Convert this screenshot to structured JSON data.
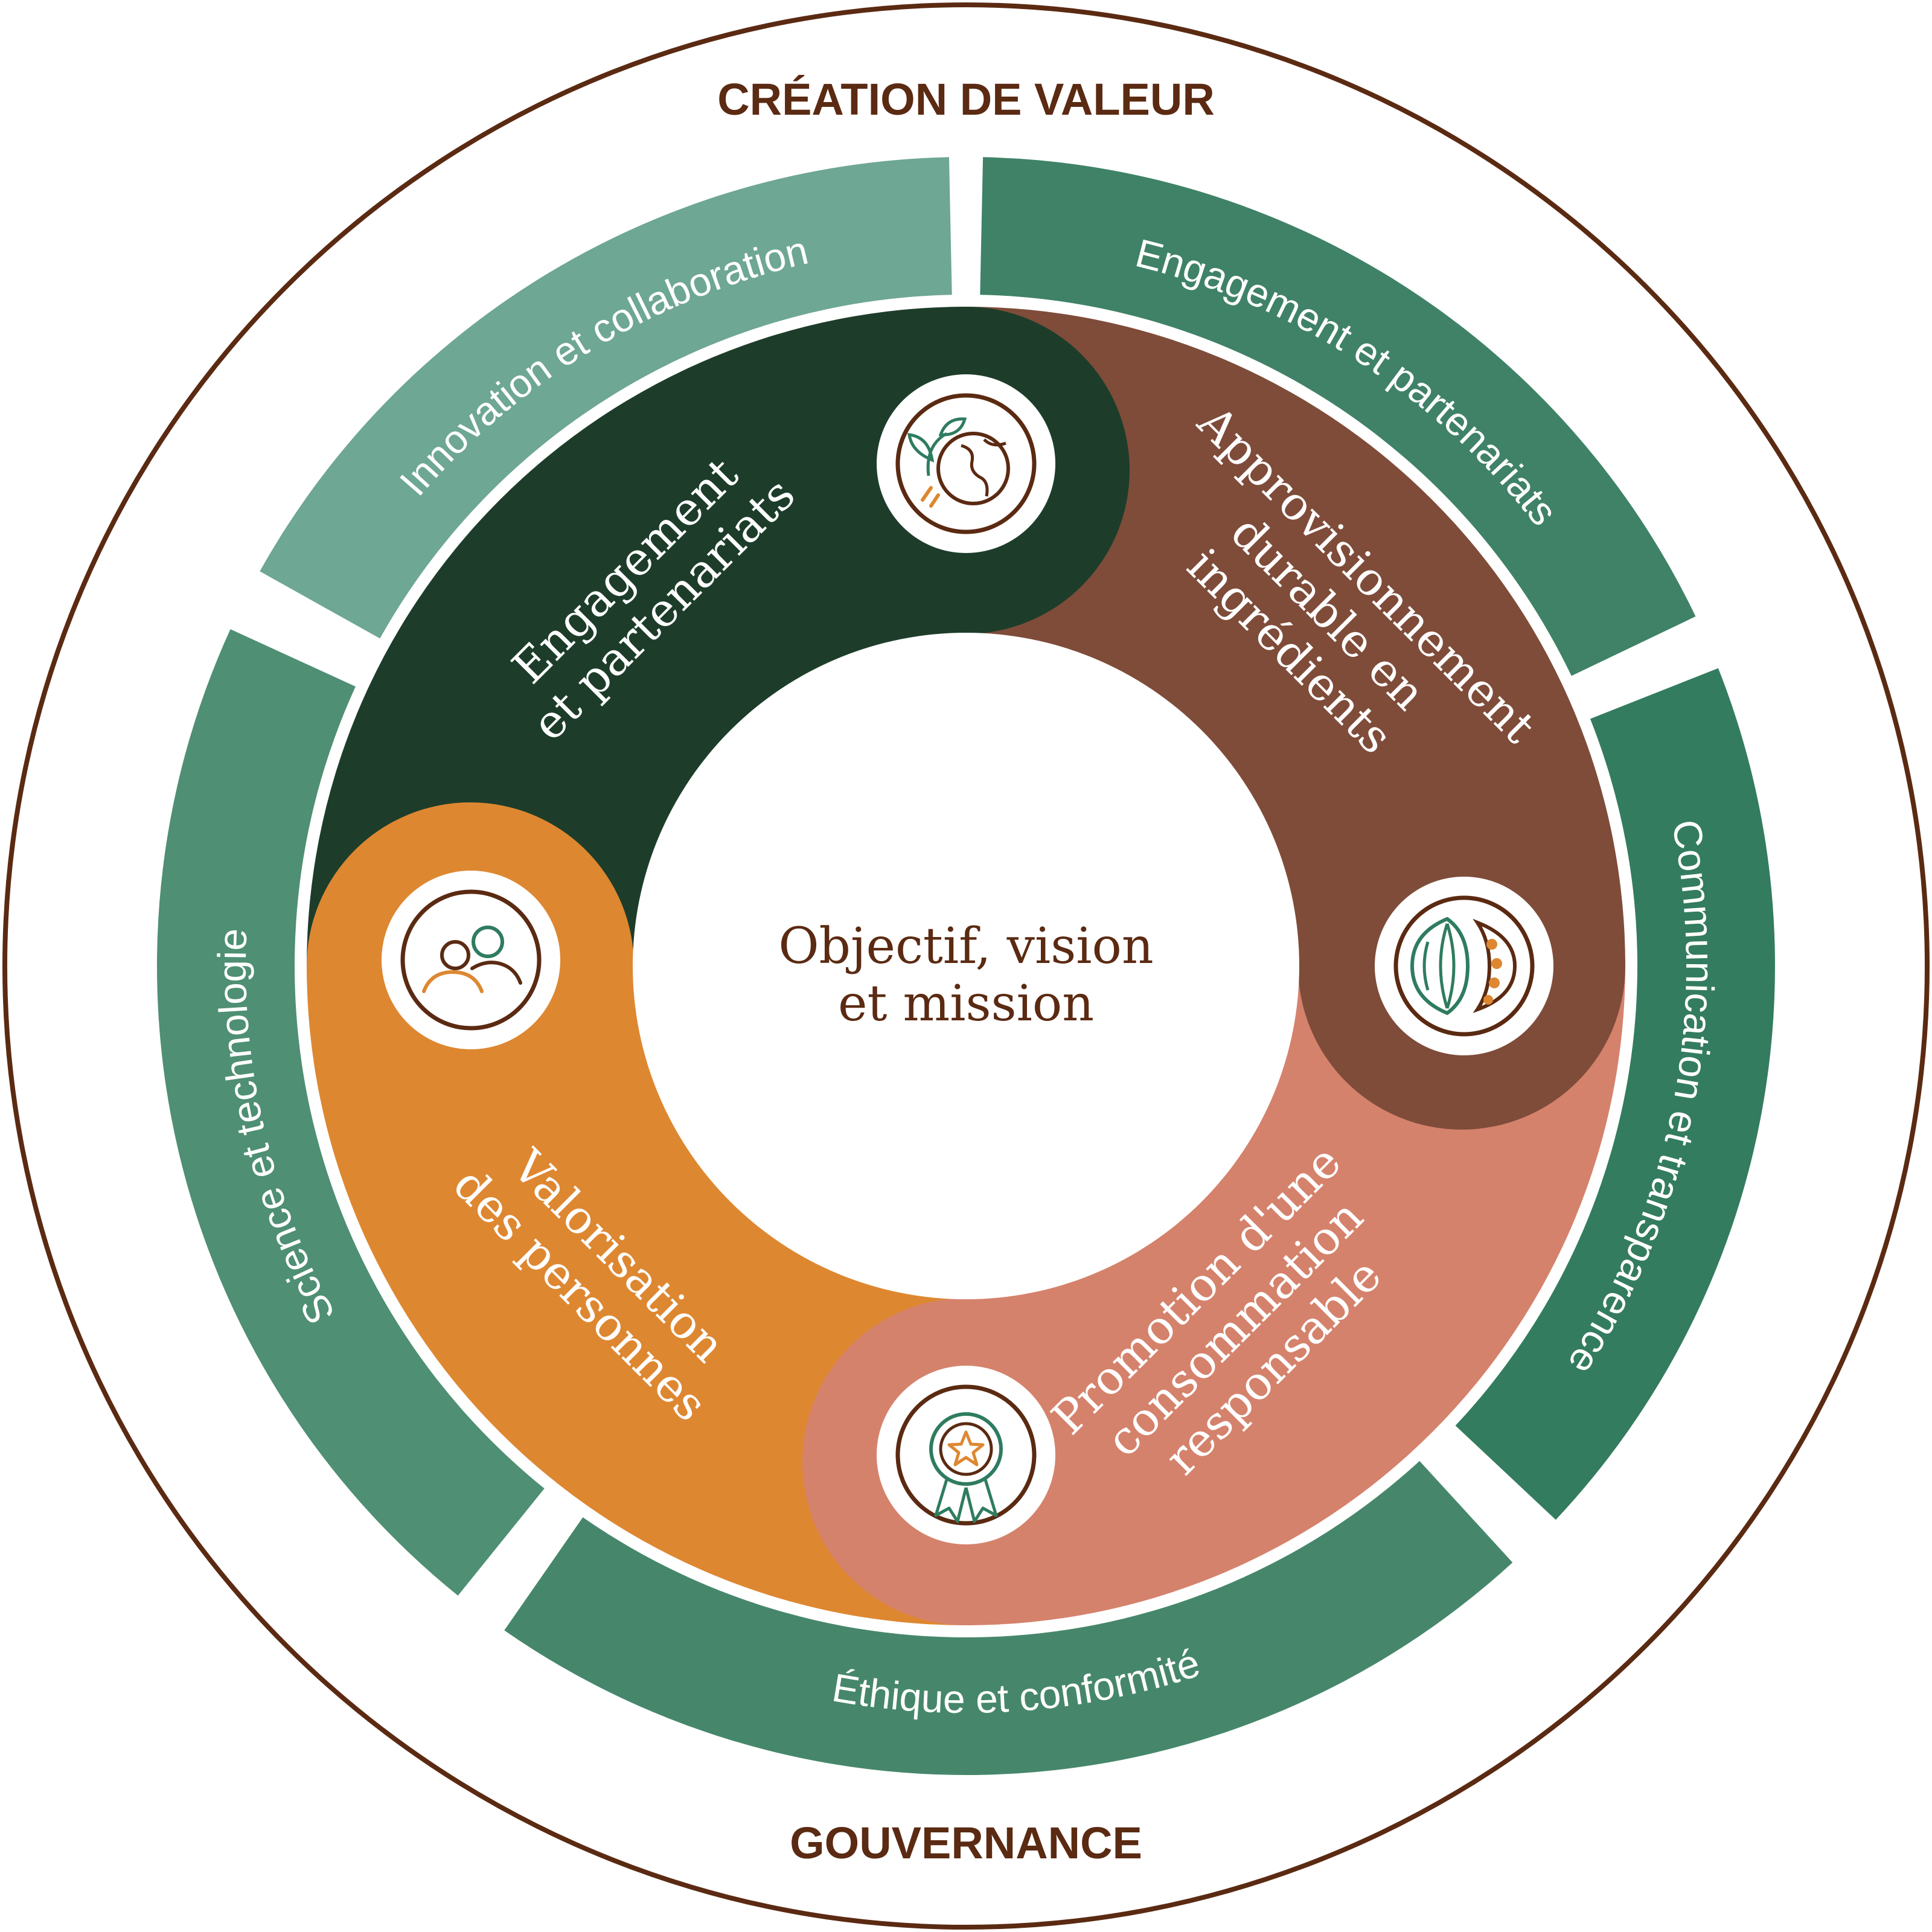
{
  "outer": {
    "top_label": "CRÉATION DE VALEUR",
    "bottom_label": "GOUVERNANCE"
  },
  "bands": [
    {
      "label": "Innovation et collaboration"
    },
    {
      "label": "Engagement et partenariats"
    },
    {
      "label": "Communication et transparence"
    },
    {
      "label": "Éthique et conformité"
    },
    {
      "label": "Science et technologie"
    }
  ],
  "segments": [
    {
      "line1": "Engagement",
      "line2": "et partenariats",
      "icon": "globe-leaf-icon"
    },
    {
      "line1": "Approvisionnement",
      "line2": "durable en",
      "line3": "ingrédients",
      "icon": "cacao-pod-icon"
    },
    {
      "line1": "Promotion d'une",
      "line2": "consommation",
      "line3": "responsable",
      "icon": "award-badge-icon"
    },
    {
      "line1": "Valorisation",
      "line2": "des personnes",
      "icon": "people-icon"
    }
  ],
  "center": {
    "line1": "Objectif, vision",
    "line2": "et mission"
  },
  "colors": {
    "brand_brown": "#5b2a12",
    "band_light_green": "#6ea793",
    "band_green": "#3f8267",
    "band_dark_green": "#347c5f",
    "segment_dark_green": "#1d3d2a",
    "segment_brown": "#7f4c3a",
    "segment_salmon": "#d5826c",
    "segment_orange": "#de8731"
  }
}
